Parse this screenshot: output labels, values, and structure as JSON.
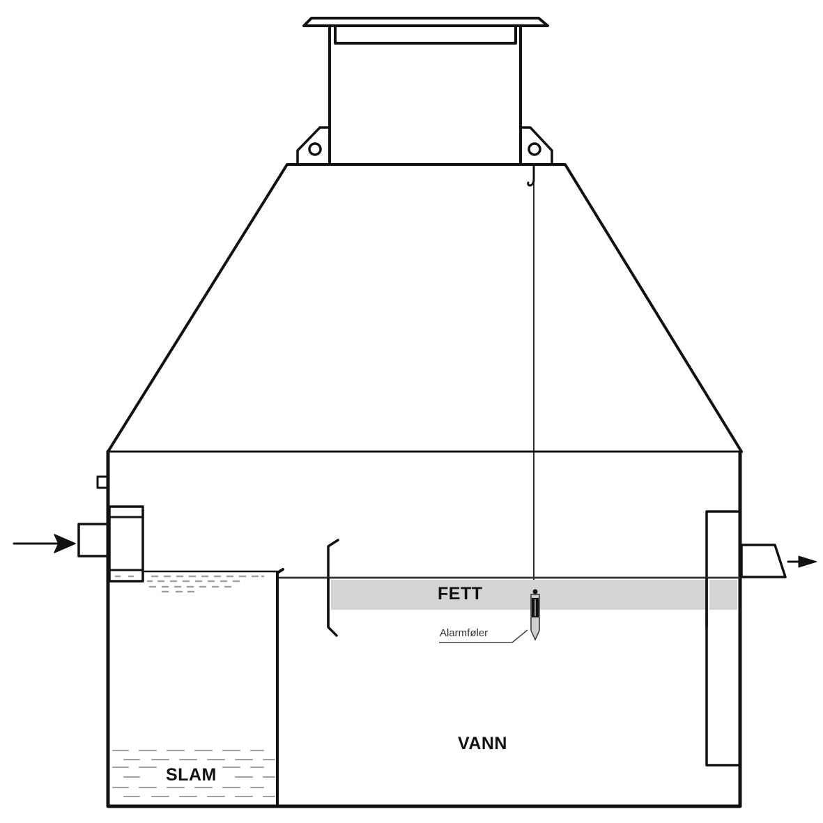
{
  "diagram": {
    "type": "grease-separator-cross-section",
    "language": "Norwegian",
    "labels": {
      "fat_layer": "FETT",
      "water": "VANN",
      "sludge": "SLAM",
      "alarm_sensor": "Alarmføler"
    },
    "components": [
      "inlet-arrow",
      "inlet-pipe",
      "inlet-baffle",
      "sludge-chamber",
      "sludge-weir",
      "separation-chamber",
      "fat-layer",
      "baffle-bracket",
      "alarm-sensor-probe",
      "sensor-cable",
      "sensor-hook",
      "outlet-baffle",
      "outlet-pipe",
      "outlet-arrow",
      "conical-top",
      "access-shaft",
      "shaft-lid",
      "lifting-lugs",
      "vent-nub"
    ],
    "colors": {
      "line": "#111111",
      "fat_fill": "#d4d4d4",
      "sludge_dash": "#a0a0a0",
      "background": "#ffffff"
    }
  }
}
